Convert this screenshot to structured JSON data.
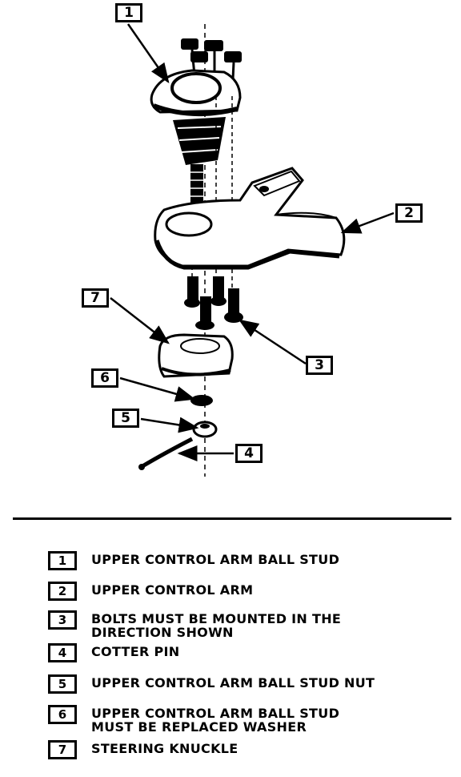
{
  "callouts": [
    {
      "label": "1"
    },
    {
      "label": "2"
    },
    {
      "label": "3"
    },
    {
      "label": "4"
    },
    {
      "label": "5"
    },
    {
      "label": "6"
    },
    {
      "label": "7"
    }
  ],
  "legend": [
    {
      "num": "1",
      "text": "UPPER CONTROL ARM BALL STUD"
    },
    {
      "num": "2",
      "text": "UPPER CONTROL ARM"
    },
    {
      "num": "3",
      "text": "BOLTS MUST BE MOUNTED IN THE\nDIRECTION SHOWN"
    },
    {
      "num": "4",
      "text": "COTTER PIN"
    },
    {
      "num": "5",
      "text": "UPPER CONTROL ARM BALL STUD NUT"
    },
    {
      "num": "6",
      "text": "UPPER CONTROL ARM BALL STUD\nMUST BE REPLACED WASHER"
    },
    {
      "num": "7",
      "text": "STEERING KNUCKLE"
    }
  ]
}
